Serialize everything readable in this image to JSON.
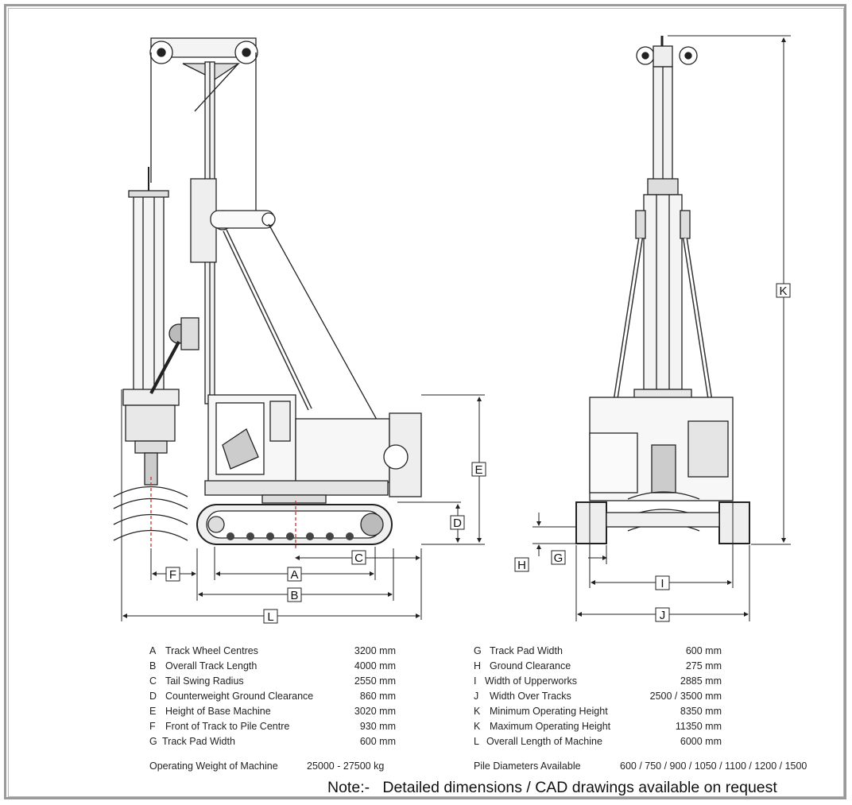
{
  "dimension_markers": [
    "A",
    "B",
    "C",
    "D",
    "E",
    "F",
    "G",
    "H",
    "I",
    "J",
    "K",
    "L"
  ],
  "specs_left": [
    {
      "letter": "A",
      "desc": "Track Wheel Centres",
      "value": "3200 mm"
    },
    {
      "letter": "B",
      "desc": "Overall Track Length",
      "value": "4000 mm"
    },
    {
      "letter": "C",
      "desc": "Tail Swing Radius",
      "value": "2550 mm"
    },
    {
      "letter": "D",
      "desc": "Counterweight Ground Clearance",
      "value": "860 mm"
    },
    {
      "letter": "E",
      "desc": "Height of Base Machine",
      "value": "3020 mm"
    },
    {
      "letter": "F",
      "desc": "Front of Track to Pile Centre",
      "value": "930 mm"
    },
    {
      "letter": "G",
      "desc": "Track Pad Width",
      "value": "600 mm"
    }
  ],
  "specs_right": [
    {
      "letter": "G",
      "desc": "Track Pad Width",
      "value": "600 mm"
    },
    {
      "letter": "H",
      "desc": "Ground Clearance",
      "value": "275 mm"
    },
    {
      "letter": "I",
      "desc": "Width of Upperworks",
      "value": "2885 mm"
    },
    {
      "letter": "J",
      "desc": "Width Over Tracks",
      "value": "2500 / 3500 mm"
    },
    {
      "letter": "K",
      "desc": "Minimum Operating Height",
      "value": "8350 mm"
    },
    {
      "letter": "K",
      "desc": "Maximum Operating Height",
      "value": "11350 mm"
    },
    {
      "letter": "L",
      "desc": "Overall Length of Machine",
      "value": "6000 mm"
    }
  ],
  "operating_weight": {
    "label": "Operating Weight of Machine",
    "value": "25000 - 27500 kg"
  },
  "pile_diameters": {
    "label": "Pile Diameters Available",
    "value": "600 / 750 / 900 / 1050 / 1100 / 1200 / 1500"
  },
  "note": {
    "prefix": "Note:-",
    "text": "Detailed dimensions / CAD drawings available on request"
  }
}
